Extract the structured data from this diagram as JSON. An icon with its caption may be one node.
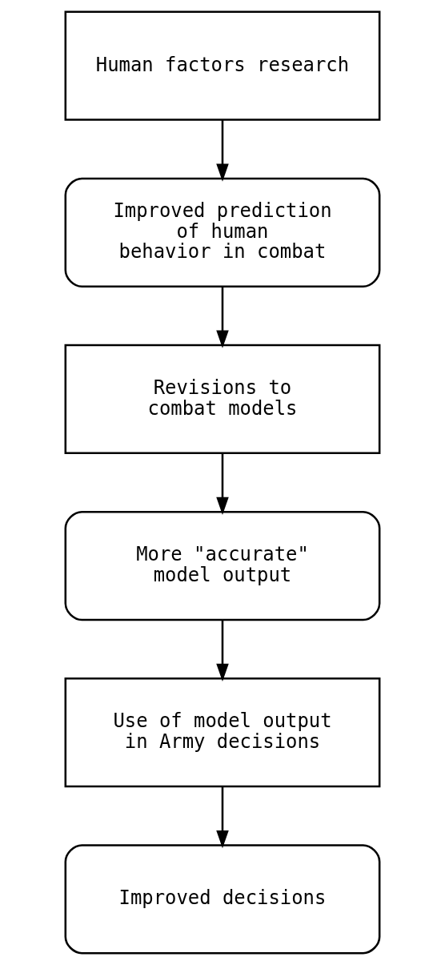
{
  "diagram": {
    "nodes": [
      {
        "text": [
          "Human factors research"
        ]
      },
      {
        "text": [
          "Improved prediction of human behavior in combat"
        ]
      },
      {
        "text": [
          "Revisions to combat models"
        ]
      },
      {
        "text": [
          "More \"accurate\" model output"
        ]
      },
      {
        "text": [
          "Use of model output in Army decisions"
        ]
      },
      {
        "text": [
          "Improved decisions"
        ]
      }
    ],
    "edges": [
      {
        "from": 0,
        "to": 1,
        "arrow": "to"
      },
      {
        "from": 1,
        "to": 2,
        "arrow": "to"
      },
      {
        "from": 2,
        "to": 3,
        "arrow": "to"
      },
      {
        "from": 3,
        "to": 4,
        "arrow": "to"
      },
      {
        "from": 4,
        "to": 5,
        "arrow": "to"
      }
    ]
  }
}
